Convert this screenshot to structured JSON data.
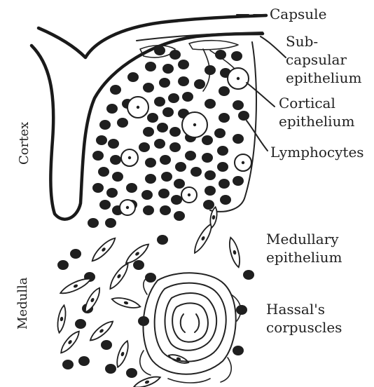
{
  "colors": {
    "ink": "#1f1f1f",
    "background": "#ffffff"
  },
  "labels": {
    "capsule": "Capsule",
    "subcapsular_1": "Sub-",
    "subcapsular_2": "capsular",
    "subcapsular_3": "epithelium",
    "cortical_1": "Cortical",
    "cortical_2": "epithelium",
    "lymphocytes": "Lymphocytes",
    "medullary_1": "Medullary",
    "medullary_2": "epithelium",
    "hassal_1": "Hassal's",
    "hassal_2": "corpuscles"
  },
  "regions": {
    "cortex": "Cortex",
    "medulla": "Medulla"
  }
}
